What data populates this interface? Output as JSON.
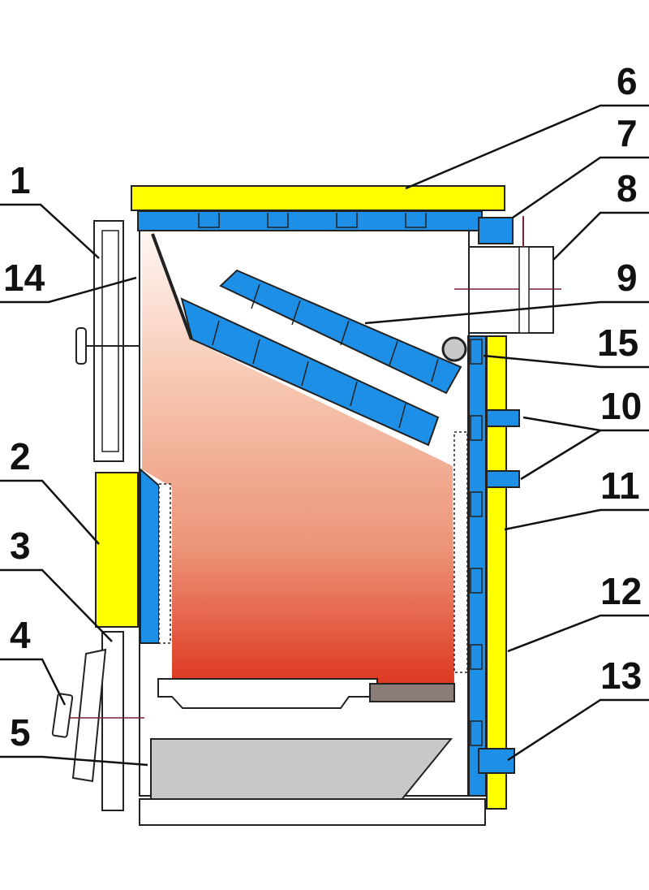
{
  "diagram": {
    "callouts": [
      {
        "id": "1",
        "label": "1"
      },
      {
        "id": "2",
        "label": "2"
      },
      {
        "id": "3",
        "label": "3"
      },
      {
        "id": "4",
        "label": "4"
      },
      {
        "id": "5",
        "label": "5"
      },
      {
        "id": "6",
        "label": "6"
      },
      {
        "id": "7",
        "label": "7"
      },
      {
        "id": "8",
        "label": "8"
      },
      {
        "id": "9",
        "label": "9"
      },
      {
        "id": "10",
        "label": "10"
      },
      {
        "id": "11",
        "label": "11"
      },
      {
        "id": "12",
        "label": "12"
      },
      {
        "id": "13",
        "label": "13"
      },
      {
        "id": "14",
        "label": "14"
      },
      {
        "id": "15",
        "label": "15"
      }
    ],
    "colors": {
      "insulation": "#ffff00",
      "water_jacket": "#1e8fe6",
      "fire_top": "#fff6f2",
      "fire_bottom": "#de3822",
      "ash_pan": "#c8c8c8",
      "grate_bar": "#8c7c78",
      "outline": "#222222"
    }
  }
}
